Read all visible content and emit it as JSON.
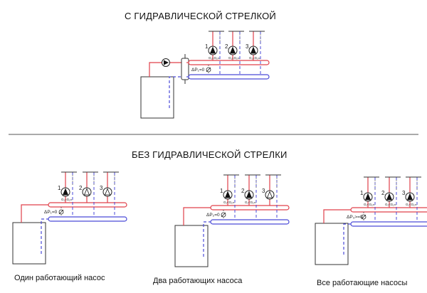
{
  "top": {
    "title": "С ГИДРАВЛИЧЕСКОЙ СТРЕЛКОЙ",
    "dp_label": "ΔP₁=0",
    "pumps": [
      {
        "number": "1",
        "flow_label": "G₁=G₁ₘ",
        "running": true
      },
      {
        "number": "2",
        "flow_label": "G₁=G₁ₘ",
        "running": true
      },
      {
        "number": "3",
        "flow_label": "G₁=G₁ₘ",
        "running": true
      }
    ]
  },
  "bottom": {
    "title": "БЕЗ ГИДРАВЛИЧЕСКОЙ СТРЕЛКИ",
    "schemes": [
      {
        "caption": "Один работающий насос",
        "dp_label": "ΔP₁=0",
        "pumps": [
          {
            "number": "1",
            "flow_label": "G₁=G₁ₘ",
            "running": true
          },
          {
            "number": "2",
            "flow_label": "",
            "running": false
          },
          {
            "number": "3",
            "flow_label": "",
            "running": false
          }
        ]
      },
      {
        "caption": "Два работающих насоса",
        "dp_label": "ΔP₂=0",
        "pumps": [
          {
            "number": "1",
            "flow_label": "G₁<G₁ₘ",
            "running": true
          },
          {
            "number": "2",
            "flow_label": "G₁<G₁ₘ",
            "running": true
          },
          {
            "number": "3",
            "flow_label": "",
            "running": false
          }
        ]
      },
      {
        "caption": "Все работающие насосы",
        "dp_label": "ΔP₃>=0",
        "pumps": [
          {
            "number": "1",
            "flow_label": "G₁<G₁ₘ",
            "running": true
          },
          {
            "number": "2",
            "flow_label": "G₁<G₁ₘ",
            "running": true
          },
          {
            "number": "3",
            "flow_label": "G₁<G₁ₘ",
            "running": true
          }
        ]
      }
    ]
  },
  "colors": {
    "supply": "#e0404a",
    "return": "#4a4ad8",
    "line": "#333333"
  }
}
